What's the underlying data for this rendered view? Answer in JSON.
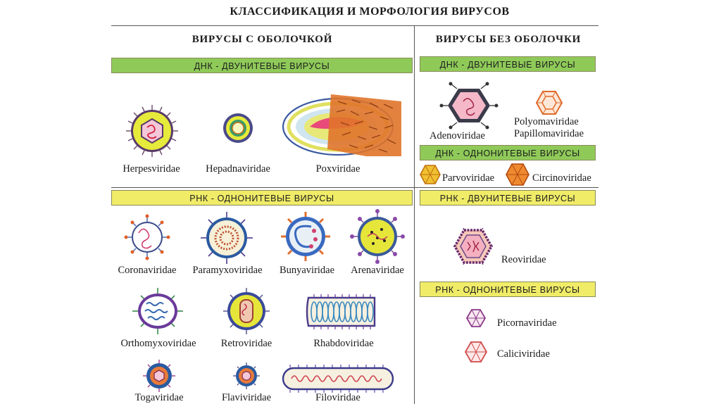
{
  "title": "КЛАССИФИКАЦИЯ И МОРФОЛОГИЯ ВИРУСОВ",
  "enveloped": {
    "header": "ВИРУСЫ С ОБОЛОЧКОЙ",
    "dna_double": {
      "band": "ДНК - ДВУНИТЕВЫЕ ВИРУСЫ",
      "items": [
        "Herpesviridae",
        "Hepadnaviridae",
        "Poxviridae"
      ]
    },
    "rna_single": {
      "band": "РНК - ОДНОНИТЕВЫЕ ВИРУСЫ",
      "row1": [
        "Coronaviridae",
        "Paramyxoviridae",
        "Bunyaviridae",
        "Arenaviridae"
      ],
      "row2": [
        "Orthomyxoviridae",
        "Retroviridae",
        "Rhabdoviridae"
      ],
      "row3": [
        "Togaviridae",
        "Flaviviridae",
        "Filoviridae"
      ]
    }
  },
  "non_enveloped": {
    "header": "ВИРУСЫ БЕЗ ОБОЛОЧКИ",
    "dna_double": {
      "band": "ДНК - ДВУНИТЕВЫЕ ВИРУСЫ",
      "items": [
        "Adenoviridae",
        "Polyomaviridae",
        "Papillomaviridae"
      ]
    },
    "dna_single": {
      "band": "ДНК - ОДНОНИТЕВЫЕ ВИРУСЫ",
      "items": [
        "Parvoviridae",
        "Circinoviridae"
      ]
    },
    "rna_double": {
      "band": "РНК - ДВУНИТЕВЫЕ ВИРУСЫ",
      "items": [
        "Reoviridae"
      ]
    },
    "rna_single": {
      "band": "РНК - ОДНОНИТЕВЫЕ ВИРУСЫ",
      "items": [
        "Picornaviridae",
        "Caliciviridae"
      ]
    }
  },
  "colors": {
    "green_band": "#8fca59",
    "yellow_band": "#f0ec68"
  }
}
